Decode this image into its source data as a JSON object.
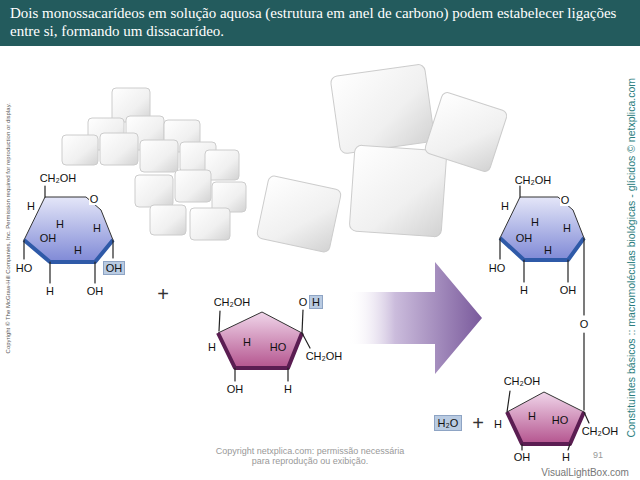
{
  "diagram": {
    "title": "Dois monossacarídeos em solução aquosa (estrutura em anel de carbono) podem estabelecer ligações entre si, formando um dissacarídeo.",
    "labels": [
      "Copyright © The McGraw-Hill Companies, Inc. Permission required for reproduction or display.",
      "CH₂OH",
      "H",
      "O",
      "H",
      "H",
      "OH",
      "H",
      "HO",
      "OH",
      "H",
      "OH",
      "+",
      "CH₂OH",
      "O",
      "H",
      "H",
      "H",
      "HO",
      "CH₂OH",
      "OH",
      "H",
      "CH₂OH",
      "H",
      "O",
      "H",
      "H",
      "OH",
      "H",
      "HO",
      "H",
      "OH",
      "O",
      "CH₂OH",
      "H",
      "H",
      "HO",
      "CH₂OH",
      "OH",
      "H",
      "H₂O",
      "+",
      "Copyright netxplica.com: permissão necessária para reprodução ou exibição.",
      "91",
      "Constituintes básicos :: macromoléculas biológicas - glícidos © netxplica.com",
      "VisualLightBox.com"
    ]
  }
}
